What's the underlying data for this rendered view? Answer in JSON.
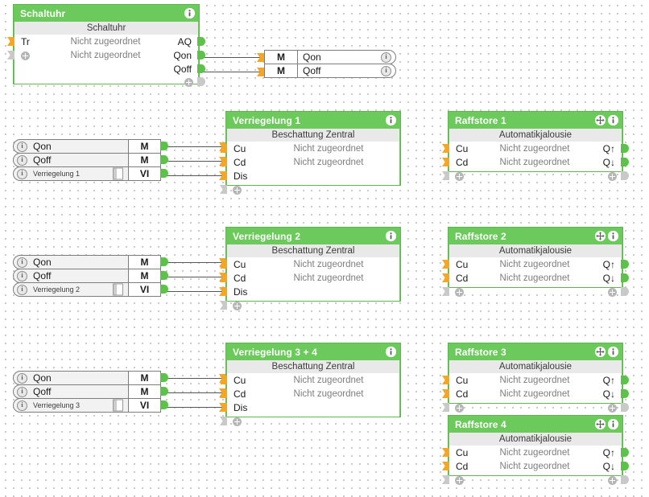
{
  "canvas": {
    "grid": "dotted",
    "background": "#ffffff"
  },
  "colors": {
    "block_green": "#6cc95c",
    "header_text": "#ffffff",
    "subtitle_bg": "#e9e9e9",
    "unassigned_text": "#7d7d7d",
    "input_nub": "#f5a623",
    "output_nub": "#5cc24a",
    "wire": "#555555"
  },
  "blocks": {
    "schaltuhr": {
      "title": "Schaltuhr",
      "subtitle": "Schaltuhr",
      "inputs": [
        {
          "name": "Tr",
          "value": "Nicht zugeordnet"
        },
        {
          "name": "",
          "value": "Nicht zugeordnet"
        }
      ],
      "outputs": [
        "AQ",
        "Qon",
        "Qoff"
      ]
    },
    "verriegelung1": {
      "title": "Verriegelung 1",
      "subtitle": "Beschattung Zentral",
      "inputs": [
        {
          "name": "Cu",
          "value": "Nicht zugeordnet"
        },
        {
          "name": "Cd",
          "value": "Nicht zugeordnet"
        },
        {
          "name": "Dis",
          "value": ""
        }
      ]
    },
    "verriegelung2": {
      "title": "Verriegelung 2",
      "subtitle": "Beschattung Zentral",
      "inputs": [
        {
          "name": "Cu",
          "value": "Nicht zugeordnet"
        },
        {
          "name": "Cd",
          "value": "Nicht zugeordnet"
        },
        {
          "name": "Dis",
          "value": ""
        }
      ]
    },
    "verriegelung34": {
      "title": "Verriegelung 3 + 4",
      "subtitle": "Beschattung Zentral",
      "inputs": [
        {
          "name": "Cu",
          "value": "Nicht zugeordnet"
        },
        {
          "name": "Cd",
          "value": "Nicht zugeordnet"
        },
        {
          "name": "Dis",
          "value": ""
        }
      ]
    },
    "raffstore1": {
      "title": "Raffstore 1",
      "subtitle": "Automatikjalousie",
      "rows": [
        {
          "name": "Cu",
          "value": "Nicht zugeordnet",
          "out": "Q↑"
        },
        {
          "name": "Cd",
          "value": "Nicht zugeordnet",
          "out": "Q↓"
        }
      ]
    },
    "raffstore2": {
      "title": "Raffstore 2",
      "subtitle": "Automatikjalousie",
      "rows": [
        {
          "name": "Cu",
          "value": "Nicht zugeordnet",
          "out": "Q↑"
        },
        {
          "name": "Cd",
          "value": "Nicht zugeordnet",
          "out": "Q↓"
        }
      ]
    },
    "raffstore3": {
      "title": "Raffstore 3",
      "subtitle": "Automatikjalousie",
      "rows": [
        {
          "name": "Cu",
          "value": "Nicht zugeordnet",
          "out": "Q↑"
        },
        {
          "name": "Cd",
          "value": "Nicht zugeordnet",
          "out": "Q↓"
        }
      ]
    },
    "raffstore4": {
      "title": "Raffstore 4",
      "subtitle": "Automatikjalousie",
      "rows": [
        {
          "name": "Cu",
          "value": "Nicht zugeordnet",
          "out": "Q↑"
        },
        {
          "name": "Cd",
          "value": "Nicht zugeordnet",
          "out": "Q↓"
        }
      ]
    }
  },
  "right_tags": [
    {
      "type": "M",
      "label": "Qon"
    },
    {
      "type": "M",
      "label": "Qoff"
    }
  ],
  "left_groups": [
    {
      "id": "group1",
      "rows": [
        {
          "type": "M",
          "label": "Qon",
          "small": false,
          "toggle": false
        },
        {
          "type": "M",
          "label": "Qoff",
          "small": false,
          "toggle": false
        },
        {
          "type": "VI",
          "label": "Verriegelung 1",
          "small": true,
          "toggle": true
        }
      ]
    },
    {
      "id": "group2",
      "rows": [
        {
          "type": "M",
          "label": "Qon",
          "small": false,
          "toggle": false
        },
        {
          "type": "M",
          "label": "Qoff",
          "small": false,
          "toggle": false
        },
        {
          "type": "VI",
          "label": "Verriegelung 2",
          "small": true,
          "toggle": true
        }
      ]
    },
    {
      "id": "group3",
      "rows": [
        {
          "type": "M",
          "label": "Qon",
          "small": false,
          "toggle": false
        },
        {
          "type": "M",
          "label": "Qoff",
          "small": false,
          "toggle": false
        },
        {
          "type": "VI",
          "label": "Verriegelung 3",
          "small": true,
          "toggle": true
        }
      ]
    }
  ],
  "icons": {
    "info": "info-icon",
    "move": "move-icon",
    "plus": "plus-icon"
  }
}
